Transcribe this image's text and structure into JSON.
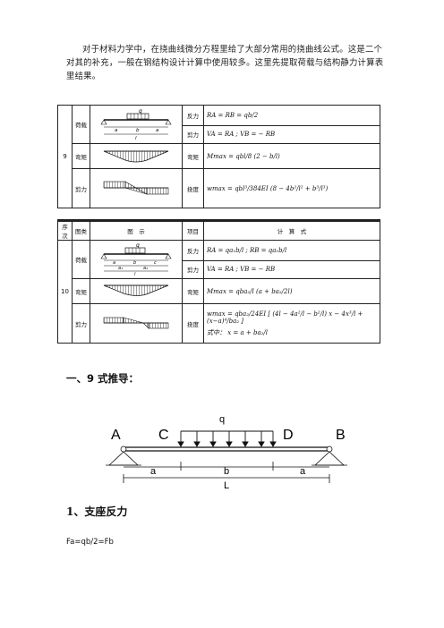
{
  "intro": "对于材料力学中，在挠曲线微分方程里给了大部分常用的挠曲线公式。这是二个对其的补充，一般在钢结构设计计算中使用较多。这里先提取荷载与结构静力计算表里结果。",
  "table9": {
    "index": "9",
    "rows": [
      {
        "label": "荷载",
        "item": "反力",
        "formula": "RA = RB = qb/2",
        "diagram": {
          "q": "q",
          "a": "a",
          "b": "b",
          "l": "l"
        }
      },
      {
        "label": "",
        "item": "剪力",
        "formula": "VA = RA ;  VB = − RB"
      },
      {
        "label": "弯矩",
        "item": "弯矩",
        "formula": "Mmax = qbl/8 (2 − b/l)"
      },
      {
        "label": "剪力",
        "item": "挠度",
        "formula": "wmax = qbl³/384EI (8 − 4b²/l² + b³/l³)"
      }
    ]
  },
  "table10": {
    "headers": [
      "序次",
      "图类",
      "图　示",
      "项目",
      "计　算　式"
    ],
    "index": "10",
    "rows": [
      {
        "label": "荷载",
        "item": "反力",
        "formula": "RA = qa₁b/l ;  RB = qa₁b/l",
        "diagram": {
          "q": "q",
          "a": "a",
          "b": "b",
          "c": "c",
          "a1": "a₁",
          "a2": "a₂",
          "l": "l"
        }
      },
      {
        "label": "",
        "item": "剪力",
        "formula": "VA = RA ;  VB = − RB"
      },
      {
        "label": "弯矩",
        "item": "弯矩",
        "formula": "Mmax = qba₂/l (a + ba₂/2l)"
      },
      {
        "label": "剪力",
        "item": "挠度",
        "formula": "wmax = qba₂/24EI [ (4l − 4a²/l − b²/l) x − 4x³/l + (x−a)⁴/ba₂ ]",
        "formula2": "式中： x = a + ba₂/l"
      }
    ]
  },
  "heading1": "一、9 式推导：",
  "beam": {
    "q": "q",
    "A": "A",
    "B": "B",
    "C": "C",
    "D": "D",
    "a_left": "a",
    "b": "b",
    "a_right": "a",
    "L": "L"
  },
  "heading2": "1、支座反力",
  "equation": "Fa=qb/2=Fb"
}
